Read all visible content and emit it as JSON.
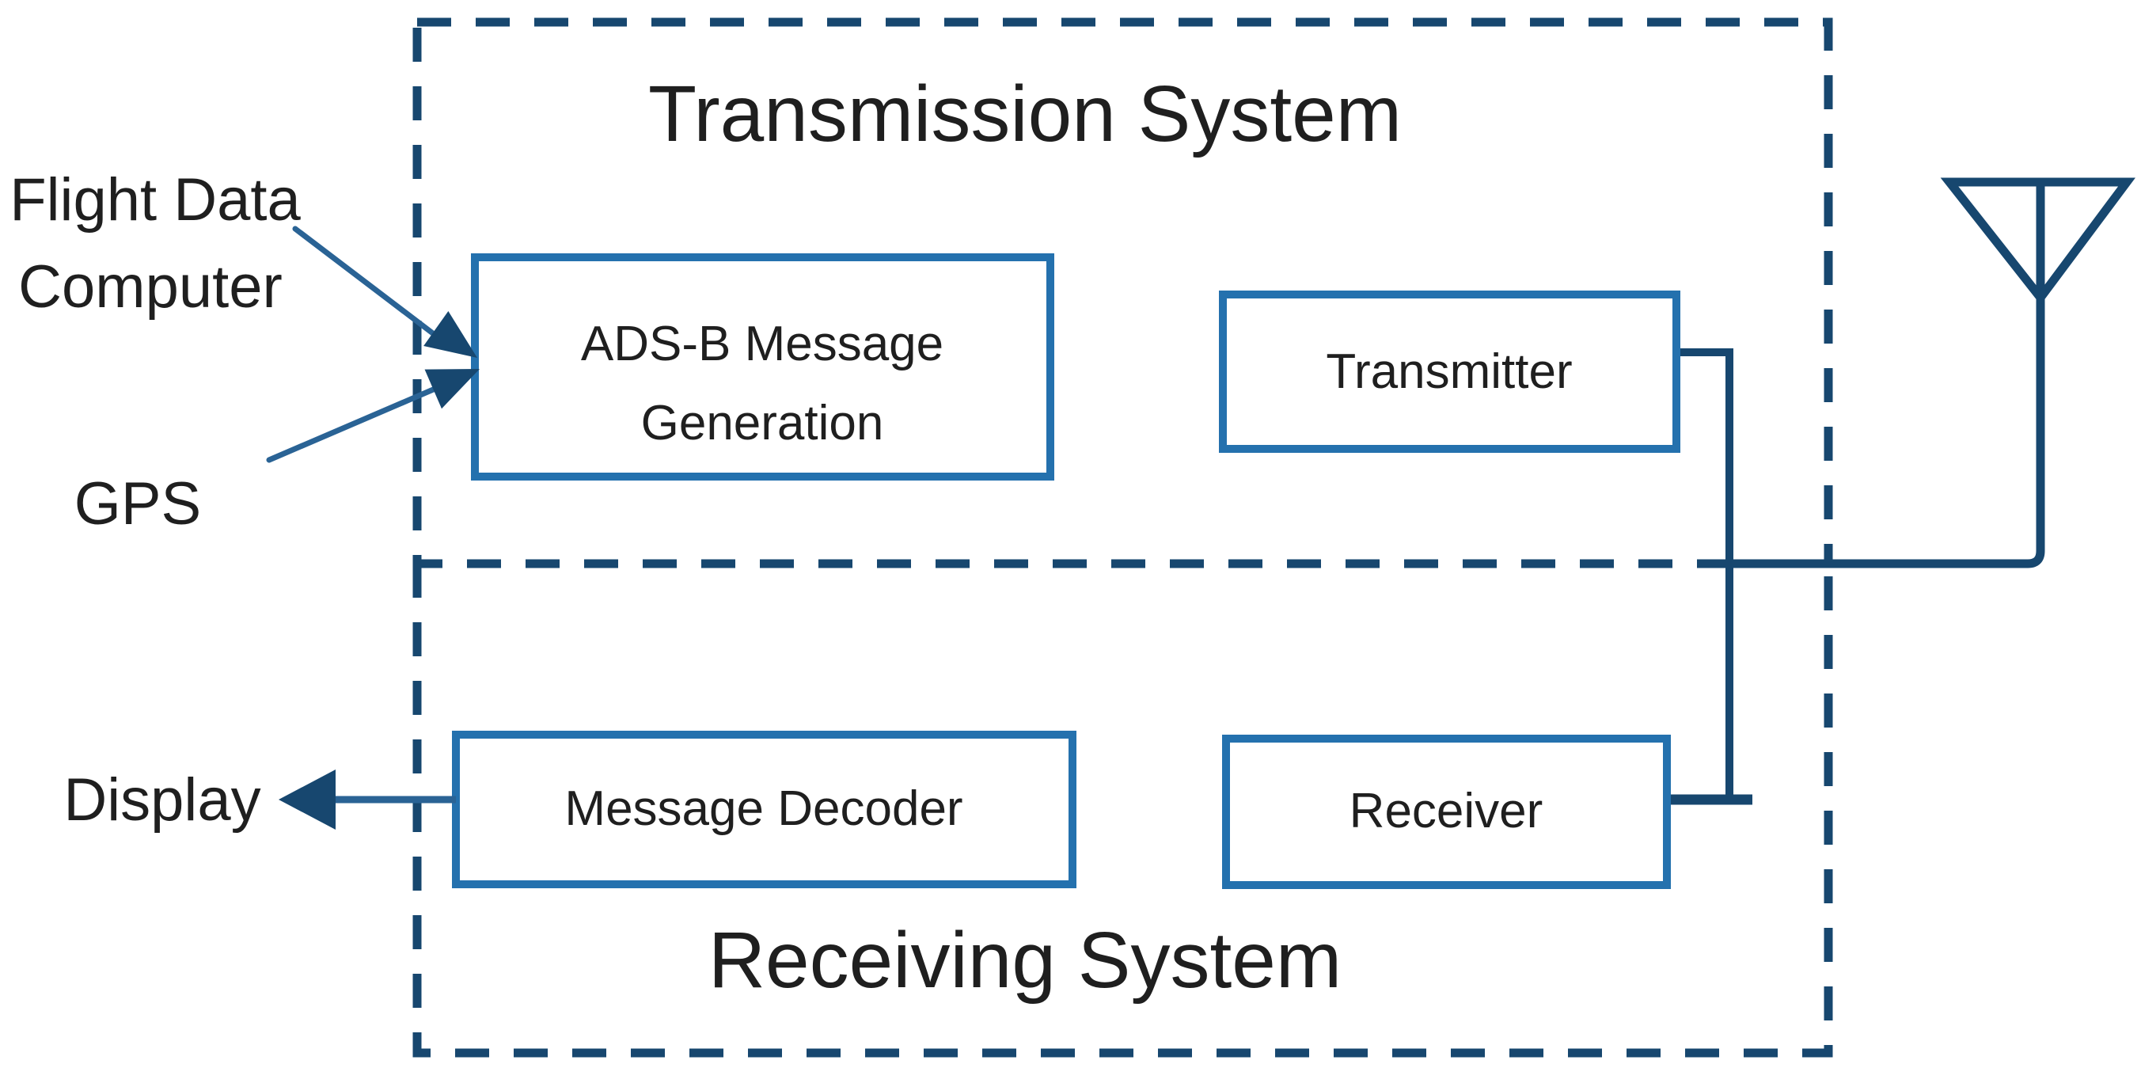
{
  "titles": {
    "transmission": "Transmission System",
    "receiving": "Receiving System"
  },
  "boxes": {
    "adsb_line1": "ADS-B Message",
    "adsb_line2": "Generation",
    "transmitter": "Transmitter",
    "decoder": "Message Decoder",
    "receiver": "Receiver"
  },
  "labels": {
    "flight_data_1": "Flight Data",
    "flight_data_2": "Computer",
    "gps": "GPS",
    "display": "Display"
  },
  "icons": {
    "antenna": "antenna-icon"
  },
  "colors": {
    "dark_blue": "#17476F",
    "box_border": "#2471AE",
    "line_blue": "#2A6395",
    "text": "#1F1F1F",
    "background": "#FFFFFF"
  }
}
